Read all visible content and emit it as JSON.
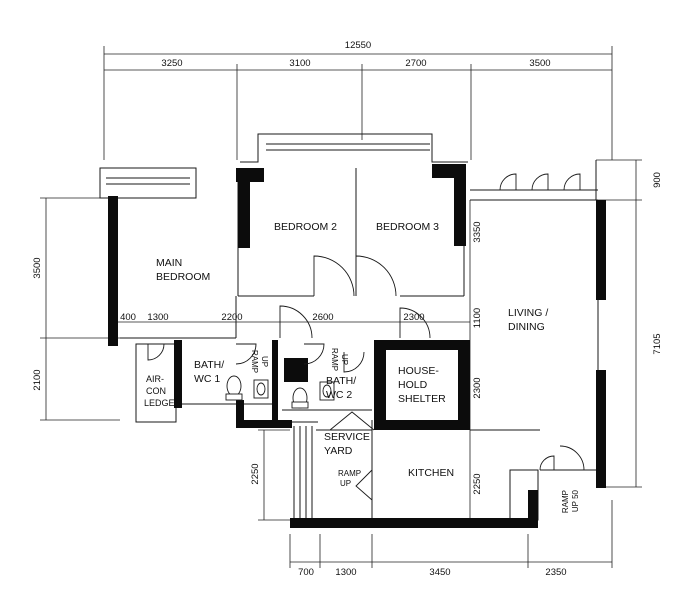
{
  "dimensions": {
    "top_total": "12550",
    "top": [
      "3250",
      "3100",
      "2700",
      "3500"
    ],
    "bottom": [
      "700",
      "1300",
      "3450",
      "2350"
    ],
    "left_outer": [
      "3500",
      "2100"
    ],
    "left_inner": "2250",
    "right_outer": [
      "900",
      "7105"
    ],
    "inner_row": [
      "400",
      "1300",
      "2200",
      "2600",
      "2300",
      "1100"
    ],
    "inner_vertical": [
      "3350",
      "2300",
      "2250"
    ]
  },
  "rooms": {
    "main_bedroom": [
      "MAIN",
      "BEDROOM"
    ],
    "bedroom_2": "BEDROOM 2",
    "bedroom_3": "BEDROOM 3",
    "living_dining": [
      "LIVING /",
      "DINING"
    ],
    "bath_wc_1": [
      "BATH/",
      "WC 1"
    ],
    "bath_wc_2": [
      "BATH/",
      "WC 2"
    ],
    "household_shelter": [
      "HOUSE-",
      "HOLD",
      "SHELTER"
    ],
    "aircon_ledge": [
      "AIR-",
      "CON",
      "LEDGE"
    ],
    "service_yard": [
      "SERVICE",
      "YARD"
    ],
    "kitchen": "KITCHEN"
  },
  "ramps": {
    "ramp_up_bath1": [
      "RAMP",
      "UP"
    ],
    "ramp_up_bath2": [
      "RAMP",
      "UP"
    ],
    "ramp_up_yard": [
      "RAMP",
      "UP"
    ],
    "ramp_up_entry": [
      "RAMP",
      "UP 50"
    ]
  }
}
